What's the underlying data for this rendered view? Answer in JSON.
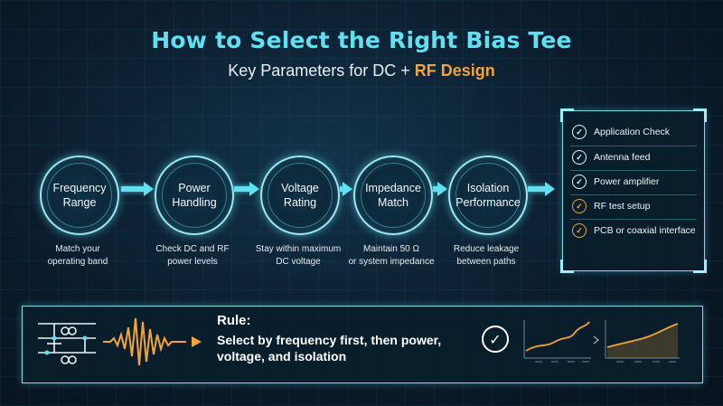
{
  "title": "How to Select the Right Bias Tee",
  "subtitle": {
    "prefix": "Key Parameters for DC + ",
    "highlight": "RF Design"
  },
  "colors": {
    "accent": "#5fe1f2",
    "highlight": "#f2a43a",
    "background": "#0b1c2c"
  },
  "steps": [
    {
      "label": "Frequency\nRange",
      "desc": "Match your\noperating band"
    },
    {
      "label": "Power\nHandling",
      "desc": "Check DC and RF\npower levels"
    },
    {
      "label": "Voltage\nRating",
      "desc": "Stay within maximum\nDC voltage"
    },
    {
      "label": "Impedance\nMatch",
      "desc": "Maintain 50 Ω\nor system impedance"
    },
    {
      "label": "Isolation\nPerformance",
      "desc": "Reduce leakage\nbetween paths"
    }
  ],
  "checklist": {
    "items": [
      {
        "label": "Application Check",
        "icon": "check-circle-icon",
        "color": "white"
      },
      {
        "label": "Antenna feed",
        "icon": "check-circle-icon",
        "color": "white"
      },
      {
        "label": "Power amplifier",
        "icon": "check-circle-icon",
        "color": "white"
      },
      {
        "label": "RF test setup",
        "icon": "check-circle-icon",
        "color": "orange"
      },
      {
        "label": "PCB or coaxial interface",
        "icon": "check-circle-icon",
        "color": "orange"
      }
    ]
  },
  "rule": {
    "title": "Rule:",
    "text": "Select by frequency first, then power, voltage, and isolation",
    "icons": [
      "circuit-schematic-icon",
      "rf-waveform-icon",
      "play-arrow-icon",
      "check-circle-icon",
      "trend-chart-icon"
    ]
  }
}
